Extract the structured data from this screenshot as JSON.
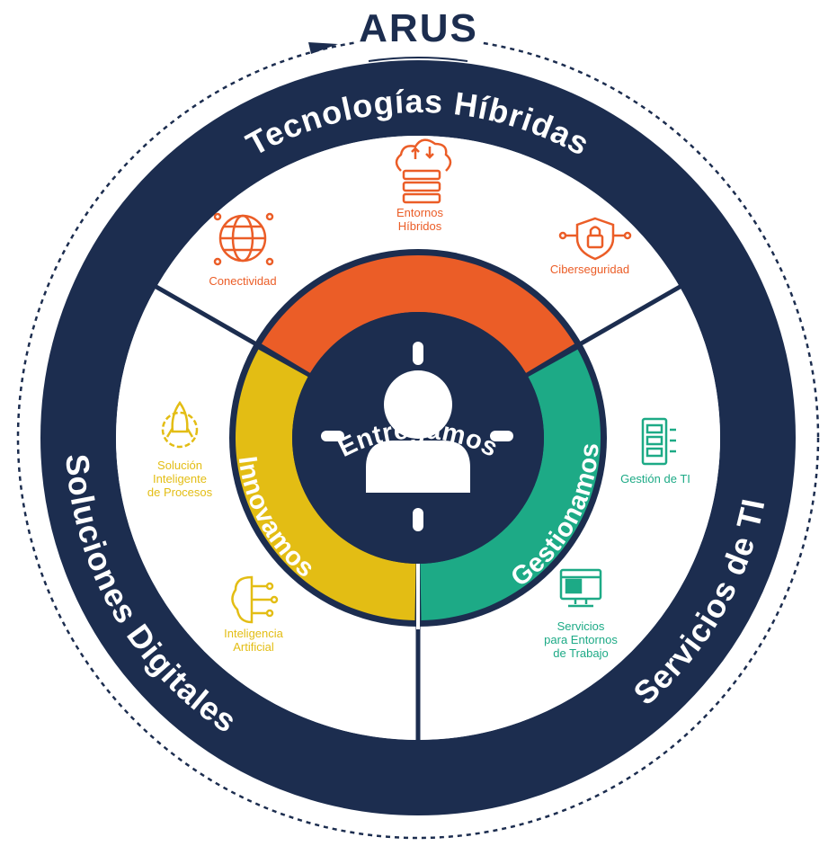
{
  "logo": "ARUS",
  "colors": {
    "navy": "#1c2d4f",
    "orange": "#eb5d27",
    "yellow": "#e3bd14",
    "green": "#1daa86"
  },
  "outer_ring": {
    "top": "Tecnologías Híbridas",
    "left": "Soluciones Digitales",
    "right": "Servicios de TI"
  },
  "inner_ring": {
    "top": "Entregamos",
    "left": "Innovamos",
    "right": "Gestionamos"
  },
  "center_icon": "user-icon",
  "items": {
    "entornos": {
      "icon": "cloud-server-icon",
      "lines": [
        "Entornos",
        "Híbridos"
      ]
    },
    "conectividad": {
      "icon": "globe-network-icon",
      "lines": [
        "Conectividad"
      ]
    },
    "ciberseguridad": {
      "icon": "shield-lock-icon",
      "lines": [
        "Ciberseguridad"
      ]
    },
    "solucion": {
      "icon": "rocket-gear-icon",
      "lines": [
        "Solución",
        "Inteligente",
        "de Procesos"
      ]
    },
    "ia": {
      "icon": "brain-circuit-icon",
      "lines": [
        "Inteligencia",
        "Artificial"
      ]
    },
    "gestion": {
      "icon": "server-rack-icon",
      "lines": [
        "Gestión de TI"
      ]
    },
    "servicios": {
      "icon": "desktop-computer-icon",
      "lines": [
        "Servicios",
        "para Entornos",
        "de Trabajo"
      ]
    }
  }
}
